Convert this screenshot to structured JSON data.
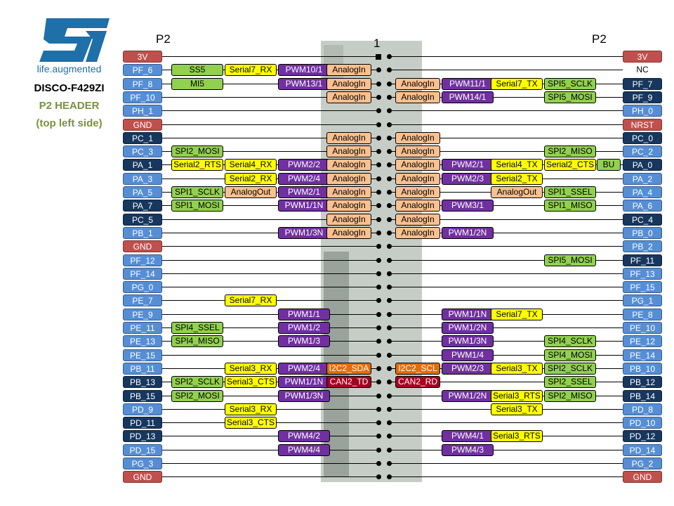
{
  "logo": {
    "tagline": "life.augmented"
  },
  "title": {
    "board": "DISCO-F429ZI",
    "header": "P2 HEADER",
    "side": "(top left side)"
  },
  "header_left": "P2",
  "header_right": "P2",
  "pin_one_marker": "1",
  "colors": {
    "power": "#c0504d",
    "port_dark": "#17375e",
    "port_light": "#558ed5",
    "spi": "#92d050",
    "serial": "#ffff00",
    "pwm": "#7030a0",
    "analog": "#fac090",
    "i2c": "#e46c0a",
    "can": "#a50021",
    "gpio": "#92d050",
    "text_green": "#77933c",
    "logo_blue": "#1f6fa8"
  },
  "rows": [
    {
      "left_pin": {
        "label": "3V",
        "style": "power"
      },
      "left_funcs": [],
      "right_funcs": [],
      "right_pin": {
        "label": "3V",
        "style": "power"
      }
    },
    {
      "left_pin": {
        "label": "PF_6",
        "style": "port_light"
      },
      "left_funcs": [
        {
          "label": "SS5",
          "style": "spi"
        },
        {
          "label": "Serial7_RX",
          "style": "serial"
        },
        {
          "label": "PWM10/1",
          "style": "pwm"
        },
        {
          "label": "AnalogIn",
          "style": "analog"
        }
      ],
      "right_funcs": [],
      "right_pin": {
        "label": "NC",
        "style": "nc"
      }
    },
    {
      "left_pin": {
        "label": "PF_8",
        "style": "port_light"
      },
      "left_funcs": [
        {
          "label": "MI5",
          "style": "spi"
        },
        null,
        {
          "label": "PWM13/1",
          "style": "pwm"
        },
        {
          "label": "AnalogIn",
          "style": "analog"
        }
      ],
      "right_funcs": [
        {
          "label": "AnalogIn",
          "style": "analog"
        },
        {
          "label": "PWM11/1",
          "style": "pwm"
        },
        {
          "label": "Serial7_TX",
          "style": "serial"
        },
        {
          "label": "SPI5_SCLK",
          "style": "spi"
        }
      ],
      "right_pin": {
        "label": "PF_7",
        "style": "port_dark"
      }
    },
    {
      "left_pin": {
        "label": "PF_10",
        "style": "port_light"
      },
      "left_funcs": [
        null,
        null,
        null,
        {
          "label": "AnalogIn",
          "style": "analog"
        }
      ],
      "right_funcs": [
        {
          "label": "AnalogIn",
          "style": "analog"
        },
        {
          "label": "PWM14/1",
          "style": "pwm"
        },
        null,
        {
          "label": "SPI5_MOSI",
          "style": "spi"
        }
      ],
      "right_pin": {
        "label": "PF_9",
        "style": "port_dark"
      }
    },
    {
      "left_pin": {
        "label": "PH_1",
        "style": "port_light"
      },
      "left_funcs": [],
      "right_funcs": [],
      "right_pin": {
        "label": "PH_0",
        "style": "port_light"
      }
    },
    {
      "left_pin": {
        "label": "GND",
        "style": "power"
      },
      "left_funcs": [],
      "right_funcs": [],
      "right_pin": {
        "label": "NRST",
        "style": "power"
      }
    },
    {
      "left_pin": {
        "label": "PC_1",
        "style": "port_dark"
      },
      "left_funcs": [
        null,
        null,
        null,
        {
          "label": "AnalogIn",
          "style": "analog"
        }
      ],
      "right_funcs": [
        {
          "label": "AnalogIn",
          "style": "analog"
        }
      ],
      "right_pin": {
        "label": "PC_0",
        "style": "port_dark"
      }
    },
    {
      "left_pin": {
        "label": "PC_3",
        "style": "port_light"
      },
      "left_funcs": [
        {
          "label": "SPI2_MOSI",
          "style": "spi"
        },
        null,
        null,
        {
          "label": "AnalogIn",
          "style": "analog"
        }
      ],
      "right_funcs": [
        {
          "label": "AnalogIn",
          "style": "analog"
        },
        null,
        null,
        {
          "label": "SPI2_MISO",
          "style": "spi"
        }
      ],
      "right_pin": {
        "label": "PC_2",
        "style": "port_light"
      }
    },
    {
      "left_pin": {
        "label": "PA_1",
        "style": "port_dark"
      },
      "left_funcs": [
        {
          "label": "Serial2_RTS",
          "style": "serial"
        },
        {
          "label": "Serial4_RX",
          "style": "serial"
        },
        {
          "label": "PWM2/2",
          "style": "pwm"
        },
        {
          "label": "AnalogIn",
          "style": "analog"
        }
      ],
      "right_funcs": [
        {
          "label": "AnalogIn",
          "style": "analog"
        },
        {
          "label": "PWM2/1",
          "style": "pwm"
        },
        {
          "label": "Serial4_TX",
          "style": "serial"
        },
        {
          "label": "Serial2_CTS",
          "style": "serial"
        },
        {
          "label": "BU",
          "style": "gpio"
        }
      ],
      "right_pin": {
        "label": "PA_0",
        "style": "port_dark"
      }
    },
    {
      "left_pin": {
        "label": "PA_3",
        "style": "port_light"
      },
      "left_funcs": [
        null,
        {
          "label": "Serial2_RX",
          "style": "serial"
        },
        {
          "label": "PWM2/4",
          "style": "pwm"
        },
        {
          "label": "AnalogIn",
          "style": "analog"
        }
      ],
      "right_funcs": [
        {
          "label": "AnalogIn",
          "style": "analog"
        },
        {
          "label": "PWM2/3",
          "style": "pwm"
        },
        {
          "label": "Serial2_TX",
          "style": "serial"
        }
      ],
      "right_pin": {
        "label": "PA_2",
        "style": "port_light"
      }
    },
    {
      "left_pin": {
        "label": "PA_5",
        "style": "port_light"
      },
      "left_funcs": [
        {
          "label": "SPI1_SCLK",
          "style": "spi"
        },
        {
          "label": "AnalogOut",
          "style": "analog"
        },
        {
          "label": "PWM2/1",
          "style": "pwm"
        },
        {
          "label": "AnalogIn",
          "style": "analog"
        }
      ],
      "right_funcs": [
        {
          "label": "AnalogIn",
          "style": "analog"
        },
        null,
        {
          "label": "AnalogOut",
          "style": "analog"
        },
        {
          "label": "SPI1_SSEL",
          "style": "spi"
        }
      ],
      "right_pin": {
        "label": "PA_4",
        "style": "port_light"
      }
    },
    {
      "left_pin": {
        "label": "PA_7",
        "style": "port_dark"
      },
      "left_funcs": [
        {
          "label": "SPI1_MOSI",
          "style": "spi"
        },
        null,
        {
          "label": "PWM1/1N",
          "style": "pwm"
        },
        {
          "label": "AnalogIn",
          "style": "analog"
        }
      ],
      "right_funcs": [
        {
          "label": "AnalogIn",
          "style": "analog"
        },
        {
          "label": "PWM3/1",
          "style": "pwm"
        },
        null,
        {
          "label": "SPI1_MISO",
          "style": "spi"
        }
      ],
      "right_pin": {
        "label": "PA_6",
        "style": "port_light"
      }
    },
    {
      "left_pin": {
        "label": "PC_5",
        "style": "port_dark"
      },
      "left_funcs": [
        null,
        null,
        null,
        {
          "label": "AnalogIn",
          "style": "analog"
        }
      ],
      "right_funcs": [
        {
          "label": "AnalogIn",
          "style": "analog"
        }
      ],
      "right_pin": {
        "label": "PC_4",
        "style": "port_dark"
      }
    },
    {
      "left_pin": {
        "label": "PB_1",
        "style": "port_light"
      },
      "left_funcs": [
        null,
        null,
        {
          "label": "PWM1/3N",
          "style": "pwm"
        },
        {
          "label": "AnalogIn",
          "style": "analog"
        }
      ],
      "right_funcs": [
        {
          "label": "AnalogIn",
          "style": "analog"
        },
        {
          "label": "PWM1/2N",
          "style": "pwm"
        }
      ],
      "right_pin": {
        "label": "PB_0",
        "style": "port_light"
      }
    },
    {
      "left_pin": {
        "label": "GND",
        "style": "power"
      },
      "left_funcs": [],
      "right_funcs": [],
      "right_pin": {
        "label": "PB_2",
        "style": "port_light"
      }
    },
    {
      "left_pin": {
        "label": "PF_12",
        "style": "port_light"
      },
      "left_funcs": [],
      "right_funcs": [
        null,
        null,
        null,
        {
          "label": "SPI5_MOSI",
          "style": "spi"
        }
      ],
      "right_pin": {
        "label": "PF_11",
        "style": "port_dark"
      }
    },
    {
      "left_pin": {
        "label": "PF_14",
        "style": "port_light"
      },
      "left_funcs": [],
      "right_funcs": [],
      "right_pin": {
        "label": "PF_13",
        "style": "port_light"
      }
    },
    {
      "left_pin": {
        "label": "PG_0",
        "style": "port_light"
      },
      "left_funcs": [],
      "right_funcs": [],
      "right_pin": {
        "label": "PF_15",
        "style": "port_light"
      }
    },
    {
      "left_pin": {
        "label": "PE_7",
        "style": "port_light"
      },
      "left_funcs": [
        null,
        {
          "label": "Serial7_RX",
          "style": "serial"
        }
      ],
      "right_funcs": [],
      "right_pin": {
        "label": "PG_1",
        "style": "port_light"
      }
    },
    {
      "left_pin": {
        "label": "PE_9",
        "style": "port_light"
      },
      "left_funcs": [
        null,
        null,
        {
          "label": "PWM1/1",
          "style": "pwm"
        }
      ],
      "right_funcs": [
        null,
        {
          "label": "PWM1/1N",
          "style": "pwm"
        },
        {
          "label": "Serial7_TX",
          "style": "serial"
        }
      ],
      "right_pin": {
        "label": "PE_8",
        "style": "port_light"
      }
    },
    {
      "left_pin": {
        "label": "PE_11",
        "style": "port_light"
      },
      "left_funcs": [
        {
          "label": "SPI4_SSEL",
          "style": "spi"
        },
        null,
        {
          "label": "PWM1/2",
          "style": "pwm"
        }
      ],
      "right_funcs": [
        null,
        {
          "label": "PWM1/2N",
          "style": "pwm"
        }
      ],
      "right_pin": {
        "label": "PE_10",
        "style": "port_light"
      }
    },
    {
      "left_pin": {
        "label": "PE_13",
        "style": "port_light"
      },
      "left_funcs": [
        {
          "label": "SPI4_MISO",
          "style": "spi"
        },
        null,
        {
          "label": "PWM1/3",
          "style": "pwm"
        }
      ],
      "right_funcs": [
        null,
        {
          "label": "PWM1/3N",
          "style": "pwm"
        },
        null,
        {
          "label": "SPI4_SCLK",
          "style": "spi"
        }
      ],
      "right_pin": {
        "label": "PE_12",
        "style": "port_light"
      }
    },
    {
      "left_pin": {
        "label": "PE_15",
        "style": "port_light"
      },
      "left_funcs": [],
      "right_funcs": [
        null,
        {
          "label": "PWM1/4",
          "style": "pwm"
        },
        null,
        {
          "label": "SPI4_MOSI",
          "style": "spi"
        }
      ],
      "right_pin": {
        "label": "PE_14",
        "style": "port_light"
      }
    },
    {
      "left_pin": {
        "label": "PB_11",
        "style": "port_light"
      },
      "left_funcs": [
        null,
        {
          "label": "Serial3_RX",
          "style": "serial"
        },
        {
          "label": "PWM2/4",
          "style": "pwm"
        },
        {
          "label": "I2C2_SDA",
          "style": "i2c"
        }
      ],
      "right_funcs": [
        {
          "label": "I2C2_SCL",
          "style": "i2c"
        },
        {
          "label": "PWM2/3",
          "style": "pwm"
        },
        {
          "label": "Serial3_TX",
          "style": "serial"
        },
        {
          "label": "SPI2_SCLK",
          "style": "spi"
        }
      ],
      "right_pin": {
        "label": "PB_10",
        "style": "port_light"
      }
    },
    {
      "left_pin": {
        "label": "PB_13",
        "style": "port_dark"
      },
      "left_funcs": [
        {
          "label": "SPI2_SCLK",
          "style": "spi"
        },
        {
          "label": "Serial3_CTS",
          "style": "serial"
        },
        {
          "label": "PWM1/1N",
          "style": "pwm"
        },
        {
          "label": "CAN2_TD",
          "style": "can"
        }
      ],
      "right_funcs": [
        {
          "label": "CAN2_RD",
          "style": "can"
        },
        null,
        null,
        {
          "label": "SPI2_SSEL",
          "style": "spi"
        }
      ],
      "right_pin": {
        "label": "PB_12",
        "style": "port_dark"
      }
    },
    {
      "left_pin": {
        "label": "PB_15",
        "style": "port_dark"
      },
      "left_funcs": [
        {
          "label": "SPI2_MOSI",
          "style": "spi"
        },
        null,
        {
          "label": "PWM1/3N",
          "style": "pwm"
        }
      ],
      "right_funcs": [
        null,
        {
          "label": "PWM1/2N",
          "style": "pwm"
        },
        {
          "label": "Serial3_RTS",
          "style": "serial"
        },
        {
          "label": "SPI2_MISO",
          "style": "spi"
        }
      ],
      "right_pin": {
        "label": "PB_14",
        "style": "port_dark"
      }
    },
    {
      "left_pin": {
        "label": "PD_9",
        "style": "port_light"
      },
      "left_funcs": [
        null,
        {
          "label": "Serial3_RX",
          "style": "serial"
        }
      ],
      "right_funcs": [
        null,
        null,
        {
          "label": "Serial3_TX",
          "style": "serial"
        }
      ],
      "right_pin": {
        "label": "PD_8",
        "style": "port_light"
      }
    },
    {
      "left_pin": {
        "label": "PD_11",
        "style": "port_dark"
      },
      "left_funcs": [
        null,
        {
          "label": "Serial3_CTS",
          "style": "serial"
        }
      ],
      "right_funcs": [],
      "right_pin": {
        "label": "PD_10",
        "style": "port_light"
      }
    },
    {
      "left_pin": {
        "label": "PD_13",
        "style": "port_dark"
      },
      "left_funcs": [
        null,
        null,
        {
          "label": "PWM4/2",
          "style": "pwm"
        }
      ],
      "right_funcs": [
        null,
        {
          "label": "PWM4/1",
          "style": "pwm"
        },
        {
          "label": "Serial3_RTS",
          "style": "serial"
        }
      ],
      "right_pin": {
        "label": "PD_12",
        "style": "port_dark"
      }
    },
    {
      "left_pin": {
        "label": "PD_15",
        "style": "port_light"
      },
      "left_funcs": [
        null,
        null,
        {
          "label": "PWM4/4",
          "style": "pwm"
        }
      ],
      "right_funcs": [
        null,
        {
          "label": "PWM4/3",
          "style": "pwm"
        }
      ],
      "right_pin": {
        "label": "PD_14",
        "style": "port_light"
      }
    },
    {
      "left_pin": {
        "label": "PG_3",
        "style": "port_light"
      },
      "left_funcs": [],
      "right_funcs": [],
      "right_pin": {
        "label": "PG_2",
        "style": "port_light"
      }
    },
    {
      "left_pin": {
        "label": "GND",
        "style": "power"
      },
      "left_funcs": [],
      "right_funcs": [],
      "right_pin": {
        "label": "GND",
        "style": "power"
      }
    }
  ]
}
